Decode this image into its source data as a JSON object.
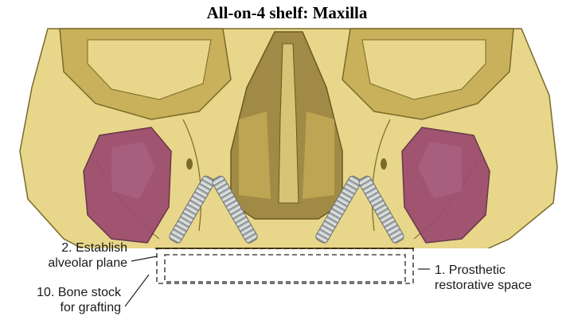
{
  "title": "All-on-4 shelf: Maxilla",
  "labels": {
    "establish_line1": "2. Establish",
    "establish_line2": "alveolar plane",
    "bone_line1": "10. Bone stock",
    "bone_line2": "for grafting",
    "prosthetic_line1": "1. Prosthetic",
    "prosthetic_line2": "restorative space"
  },
  "colors": {
    "bone": "#e8d68a",
    "bone_shadow": "#c9b05a",
    "cavity": "#a08a45",
    "sinus": "#9a4a6e",
    "implant": "#b8bcbc"
  }
}
